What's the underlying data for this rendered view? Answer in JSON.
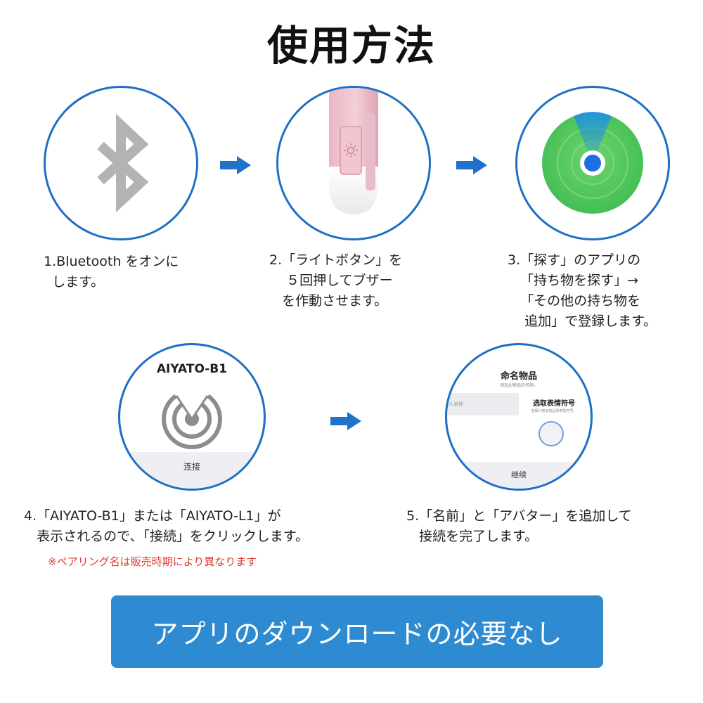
{
  "title": "使用方法",
  "steps": [
    {
      "caption": "1.Bluetooth をオンに\n  します。"
    },
    {
      "caption": "2.「ライトボタン」を\n    ５回押してブザー\n   を作動させます。"
    },
    {
      "caption": "3.「探す」のアプリの\n   「持ち物を探す」→\n   「その他の持ち物を\n    追加」で登録します。"
    },
    {
      "caption": "4.「AIYATO-B1」または「AIYATO-L1」が\n   表示されるので、「接続」をクリックします。",
      "note": "※ペアリング名は販売時期により異なります"
    },
    {
      "caption": "5.「名前」と「アバター」を追加して\n   接続を完了します。"
    }
  ],
  "screen4": {
    "device_name": "AIYATO-B1",
    "connect_label": "连接"
  },
  "screen5": {
    "heading": "命名物品",
    "sub": "添加此物品的名称。",
    "input_placeholder": "入名称",
    "emoji_heading": "选取表情符号",
    "emoji_sub": "选择代表此物品的表情符号。",
    "continue_label": "继续"
  },
  "cta_label": "アプリのダウンロードの必要なし",
  "colors": {
    "circle_border": "#1f6fc6",
    "arrow": "#1f72c8",
    "cta_bg": "#2e8bd1",
    "note": "#e23a2e",
    "findmy_green": "#4cc95a"
  },
  "icons": [
    "bluetooth-icon",
    "arrow-right-icon",
    "find-my-icon",
    "radar-icon",
    "emoji-circle-icon",
    "light-button-icon"
  ]
}
